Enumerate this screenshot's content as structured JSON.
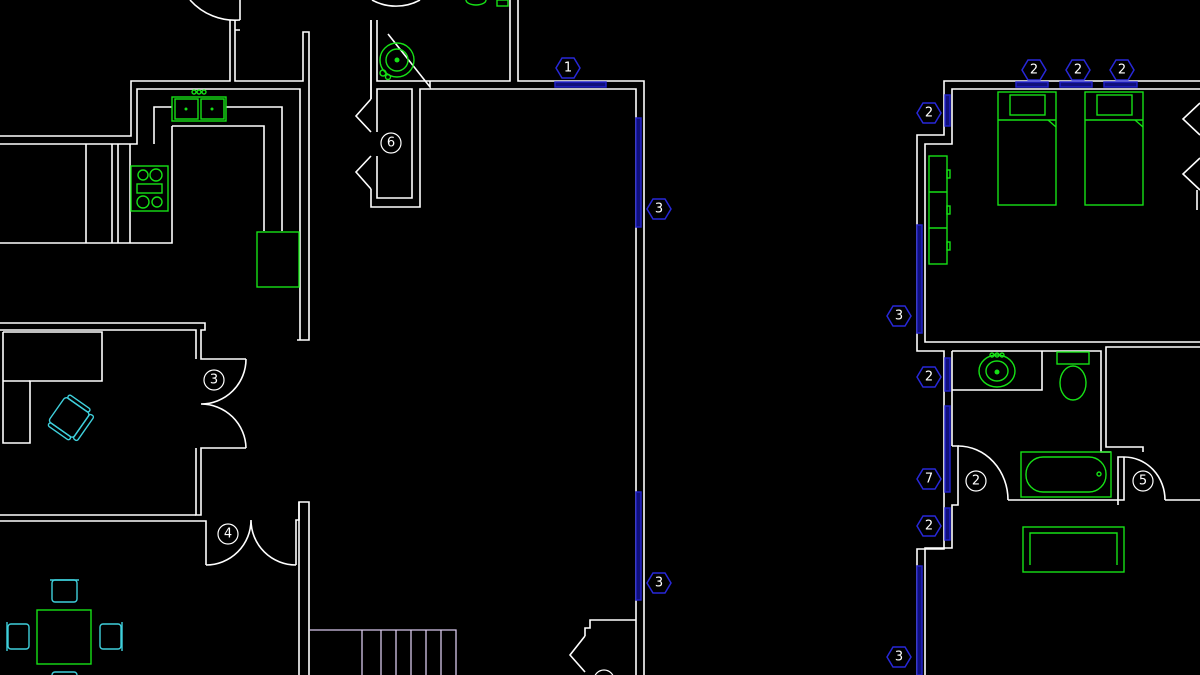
{
  "drawing": {
    "window_tags": [
      "1",
      "3",
      "3",
      "2",
      "2",
      "2",
      "2",
      "3",
      "2",
      "7",
      "2",
      "3"
    ],
    "door_tags": [
      "6",
      "3",
      "4",
      "2",
      "5"
    ]
  },
  "colors": {
    "background": "#000000",
    "walls": "#ffffff",
    "fixtures": "#16e016",
    "furniture": "#3fd0dc",
    "windows": "#2020c8",
    "stairs": "#d8c8ec"
  }
}
